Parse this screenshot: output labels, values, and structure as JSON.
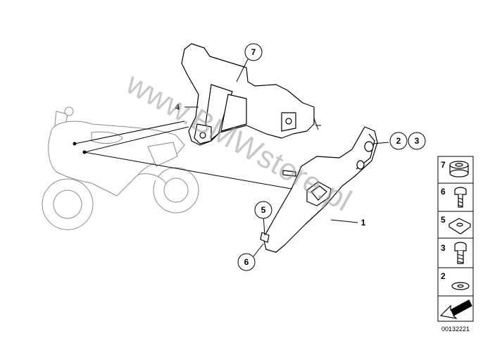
{
  "callouts": [
    {
      "id": "c7",
      "label": "7",
      "circled": true
    },
    {
      "id": "c4",
      "label": "4",
      "circled": false
    },
    {
      "id": "c2",
      "label": "2",
      "circled": true
    },
    {
      "id": "c3",
      "label": "3",
      "circled": true
    },
    {
      "id": "c1",
      "label": "1",
      "circled": false
    },
    {
      "id": "c5",
      "label": "5",
      "circled": true
    },
    {
      "id": "c6",
      "label": "6",
      "circled": true
    }
  ],
  "legend": [
    {
      "label": "7",
      "icon": "grommet-icon"
    },
    {
      "label": "6",
      "icon": "screw-icon"
    },
    {
      "label": "5",
      "icon": "clip-nut-icon"
    },
    {
      "label": "3",
      "icon": "hex-socket-screw-icon"
    },
    {
      "label": "2",
      "icon": "washer-icon"
    },
    {
      "label": "",
      "icon": "direction-arrow-icon"
    }
  ],
  "watermark": "www.BMWstore.pl",
  "reference_number": "00132221",
  "colors": {
    "line": "#000000",
    "ghost": "#8c8c8c",
    "watermark": "#9a9a9a"
  }
}
